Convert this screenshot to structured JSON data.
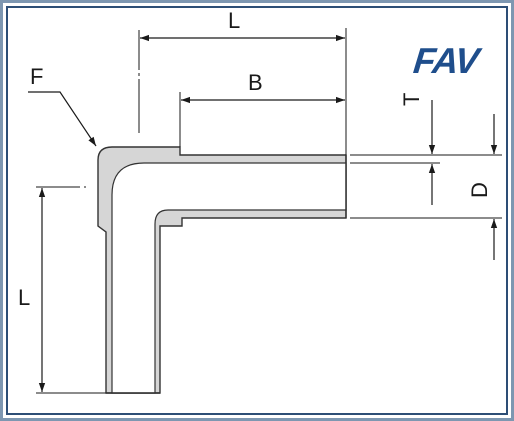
{
  "labels": {
    "overall_length_top": "L",
    "overall_length_side": "L",
    "socket_depth": "B",
    "fillet": "F",
    "wall_thickness": "T",
    "outer_diameter": "D"
  },
  "logo": {
    "text": "FAV",
    "color": "#1f4e8c"
  },
  "colors": {
    "frame_outer": "#6f8aa6",
    "frame_inner": "#2d4e76",
    "body_fill": "#d6d6d6",
    "outline": "#333333",
    "dimension_line": "#1a1a1a"
  }
}
